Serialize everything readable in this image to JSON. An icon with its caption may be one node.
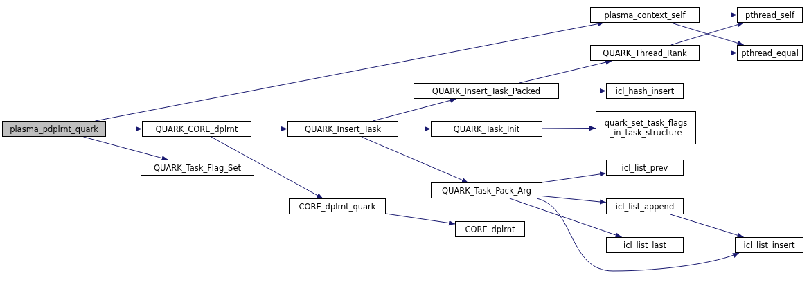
{
  "diagram": {
    "nodes": [
      {
        "text": [
          "plasma_pdplrnt_quark"
        ]
      },
      {
        "text": [
          "QUARK_CORE_dplrnt"
        ]
      },
      {
        "text": [
          "QUARK_Task_Flag_Set"
        ]
      },
      {
        "text": [
          "plasma_context_self"
        ]
      },
      {
        "text": [
          "QUARK_Insert_Task"
        ]
      },
      {
        "text": [
          "CORE_dplrnt_quark"
        ]
      },
      {
        "text": [
          "QUARK_Insert_Task_Packed"
        ]
      },
      {
        "text": [
          "QUARK_Task_Init"
        ]
      },
      {
        "text": [
          "QUARK_Task_Pack_Arg"
        ]
      },
      {
        "text": [
          "CORE_dplrnt"
        ]
      },
      {
        "text": [
          "QUARK_Thread_Rank"
        ]
      },
      {
        "text": [
          "icl_hash_insert"
        ]
      },
      {
        "text": [
          "quark_set_task_flags _in_task_structure"
        ]
      },
      {
        "text": [
          "icl_list_prev"
        ]
      },
      {
        "text": [
          "icl_list_append"
        ]
      },
      {
        "text": [
          "icl_list_last"
        ]
      },
      {
        "text": [
          "pthread_self"
        ]
      },
      {
        "text": [
          "pthread_equal"
        ]
      },
      {
        "text": [
          "icl_list_insert"
        ]
      }
    ],
    "edges": [
      {
        "from": 0,
        "to": 3,
        "arrow": "to"
      },
      {
        "from": 0,
        "to": 1,
        "arrow": "to"
      },
      {
        "from": 0,
        "to": 2,
        "arrow": "to"
      },
      {
        "from": 1,
        "to": 4,
        "arrow": "to"
      },
      {
        "from": 1,
        "to": 5,
        "arrow": "to"
      },
      {
        "from": 3,
        "to": 16,
        "arrow": "to"
      },
      {
        "from": 3,
        "to": 17,
        "arrow": "to"
      },
      {
        "from": 4,
        "to": 6,
        "arrow": "to"
      },
      {
        "from": 4,
        "to": 7,
        "arrow": "to"
      },
      {
        "from": 4,
        "to": 8,
        "arrow": "to"
      },
      {
        "from": 5,
        "to": 9,
        "arrow": "to"
      },
      {
        "from": 6,
        "to": 10,
        "arrow": "to"
      },
      {
        "from": 6,
        "to": 11,
        "arrow": "to"
      },
      {
        "from": 7,
        "to": 12,
        "arrow": "to"
      },
      {
        "from": 8,
        "to": 13,
        "arrow": "to"
      },
      {
        "from": 8,
        "to": 14,
        "arrow": "to"
      },
      {
        "from": 8,
        "to": 15,
        "arrow": "to"
      },
      {
        "from": 8,
        "to": 18,
        "arrow": "to"
      },
      {
        "from": 10,
        "to": 16,
        "arrow": "to"
      },
      {
        "from": 10,
        "to": 17,
        "arrow": "to"
      },
      {
        "from": 14,
        "to": 18,
        "arrow": "to"
      }
    ]
  }
}
